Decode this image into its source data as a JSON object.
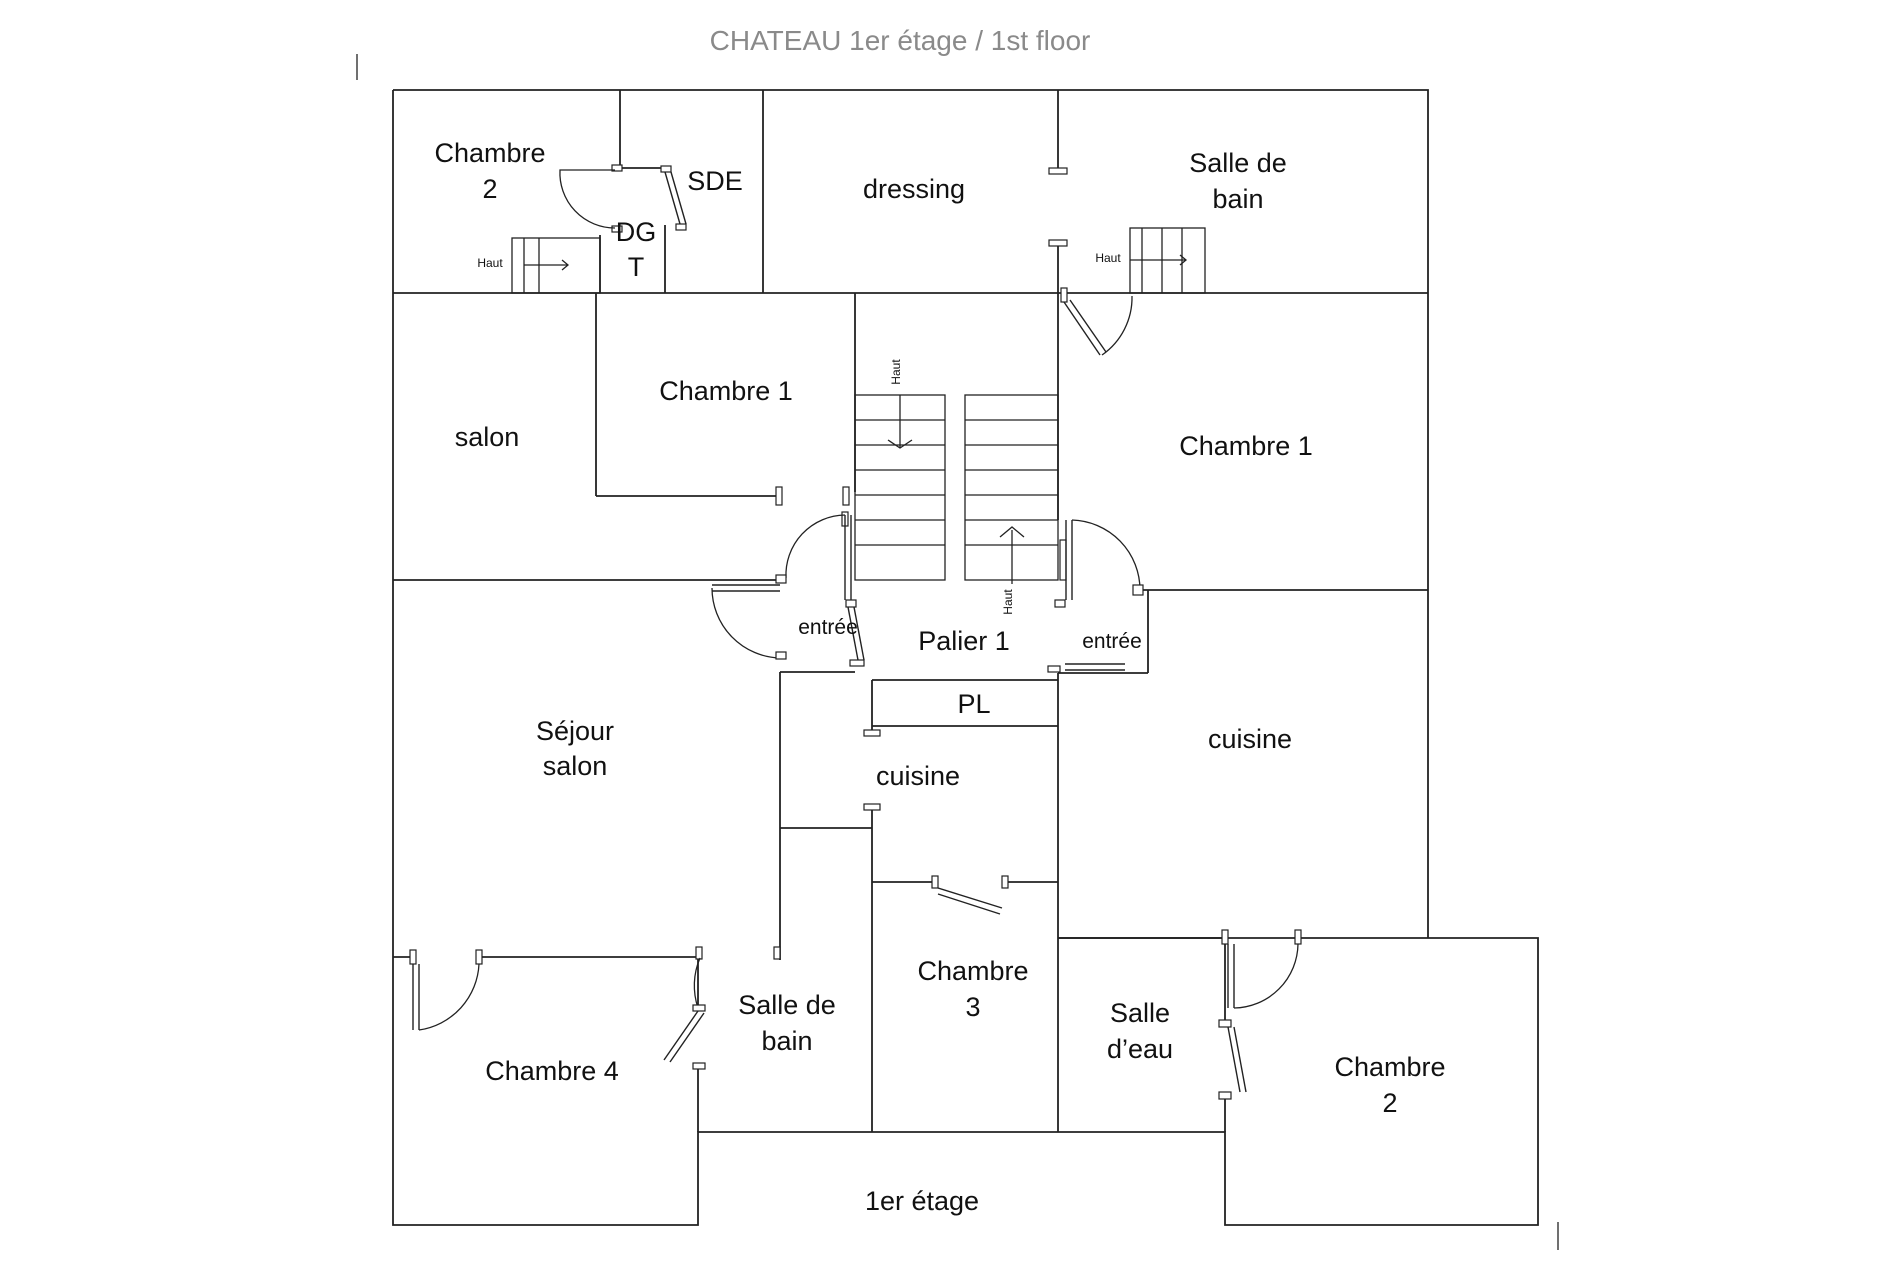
{
  "title": "CHATEAU 1er étage / 1st floor",
  "rooms": {
    "chambre2_top_line1": "Chambre",
    "chambre2_top_line2": "2",
    "sde": "SDE",
    "dgt_line1": "DG",
    "dgt_line2": "T",
    "dressing": "dressing",
    "sdb_top_line1": "Salle de",
    "sdb_top_line2": "bain",
    "salon": "salon",
    "chambre1_left": "Chambre 1",
    "chambre1_right": "Chambre 1",
    "palier": "Palier 1",
    "entree_left": "entrée",
    "entree_right": "entrée",
    "pl": "PL",
    "sejour_line1": "Séjour",
    "sejour_line2": "salon",
    "cuisine_mid": "cuisine",
    "cuisine_right": "cuisine",
    "chambre3_line1": "Chambre",
    "chambre3_line2": "3",
    "sdb_bottom_line1": "Salle de",
    "sdb_bottom_line2": "bain",
    "salle_eau_line1": "Salle",
    "salle_eau_line2": "d’eau",
    "chambre4": "Chambre 4",
    "chambre2_bottom_line1": "Chambre",
    "chambre2_bottom_line2": "2",
    "floor": "1er étage"
  },
  "stair_labels": {
    "haut_top_left": "Haut",
    "haut_top_right": "Haut",
    "haut_center_top": "Haut",
    "haut_center_bottom": "Haut"
  }
}
